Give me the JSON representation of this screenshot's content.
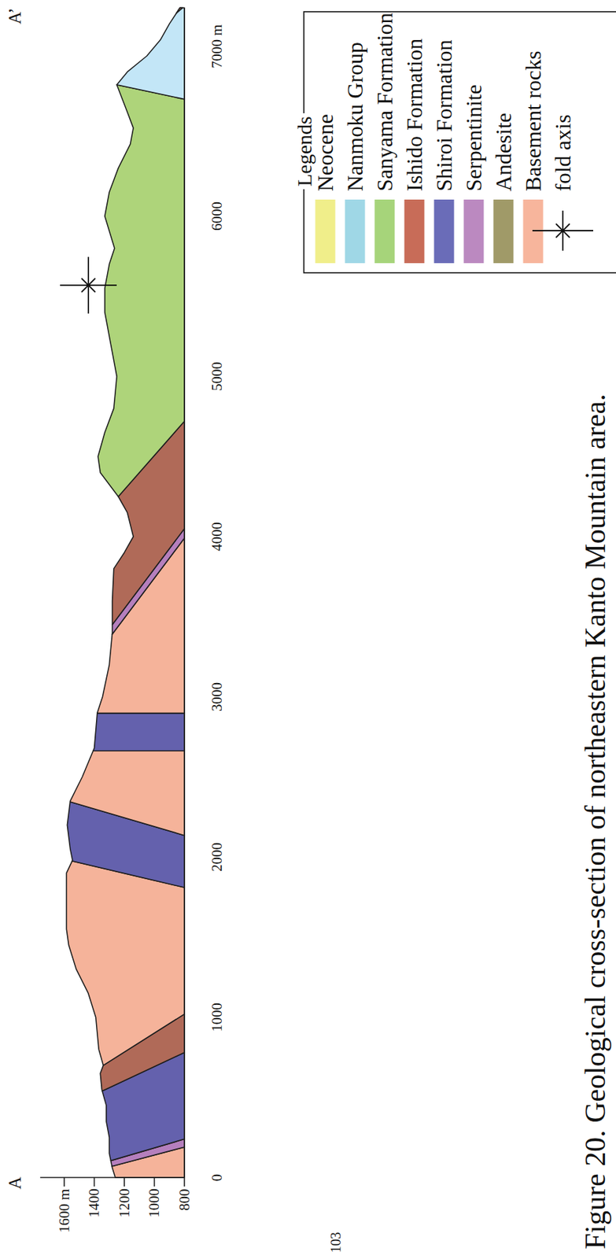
{
  "diagram": {
    "caption": "Figure 20. Geological cross-section of northeastern Kanto Mountain area.",
    "labels": [
      "A",
      "A’",
      "1600 m",
      "1400",
      "1200",
      "1000",
      "800",
      "0",
      "1000",
      "2000",
      "3000",
      "4000",
      "5000",
      "6000",
      "7000 m",
      "Legends",
      "103"
    ],
    "legend": [
      {
        "text": "Neocene",
        "color": "#f0ee8a"
      },
      {
        "text": "Nanmoku Group",
        "color": "#9fd7e6"
      },
      {
        "text": "Sanyama Formation",
        "color": "#a6d47a"
      },
      {
        "text": "Ishido Formation",
        "color": "#c86c58"
      },
      {
        "text": "Shiroi Formation",
        "color": "#6a6cb8"
      },
      {
        "text": "Serpentinite",
        "color": "#bb89c0"
      },
      {
        "text": "Andesite",
        "color": "#a09a68"
      },
      {
        "text": "Basement rocks",
        "color": "#f7b59c"
      },
      {
        "text": "fold axis"
      }
    ]
  }
}
